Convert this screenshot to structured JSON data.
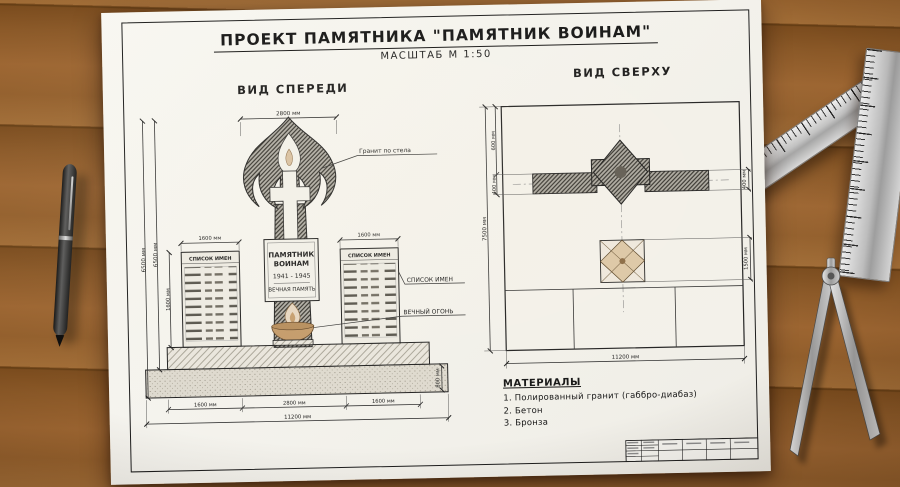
{
  "title": "ПРОЕКТ ПАМЯТНИКА \"ПАМЯТНИК ВОИНАМ\"",
  "scale_label": "МАСШТАБ М 1:50",
  "colors": {
    "paper": "#f6f5f0",
    "wood": "#8b5a2b",
    "bronze": "#c49b6a",
    "ink": "#1d1d1d"
  },
  "front_view": {
    "heading": "ВИД СПЕРЕДИ",
    "plaque": {
      "l1": "ПАМЯТНИК",
      "l2": "ВОИНАМ",
      "l3": "1941 - 1945",
      "l4": "ВЕЧНАЯ ПАМЯТЬ"
    },
    "panel_header_left": "СПИСОК ИМЕН",
    "panel_header_right": "СПИСОК ИМЕН",
    "callout_granite": "Гранит по стела",
    "callout_names": "СПИСОК ИМЕН",
    "callout_flame": "ВЕЧНЫЙ ОГОНЬ",
    "dim_top_width": "2800 мм",
    "dim_height_outer": "6500 мм",
    "dim_height_inner": "6500 мм",
    "dim_panel_height": "1600 мм",
    "dim_panel_top_left": "1600 мм",
    "dim_panel_top_right": "1600 мм",
    "dim_base_height": "800 мм",
    "dim_bottom_left": "1600 мм",
    "dim_bottom_center": "2800 мм",
    "dim_bottom_right": "1600 мм",
    "dim_bottom_total": "11200 мм"
  },
  "top_view": {
    "heading": "ВИД СВЕРХУ",
    "dim_left_total": "7500 мм",
    "dim_left_600": "600 мм",
    "dim_left_400": "400 мм",
    "dim_right_400": "400 мм",
    "dim_right_1500": "1500 мм",
    "dim_bottom_total": "11200 мм"
  },
  "materials": {
    "heading": "МАТЕРИАЛЫ",
    "items": [
      "1. Полированный гранит (габбро-диабаз)",
      "2. Бетон",
      "3. Бронза"
    ]
  }
}
